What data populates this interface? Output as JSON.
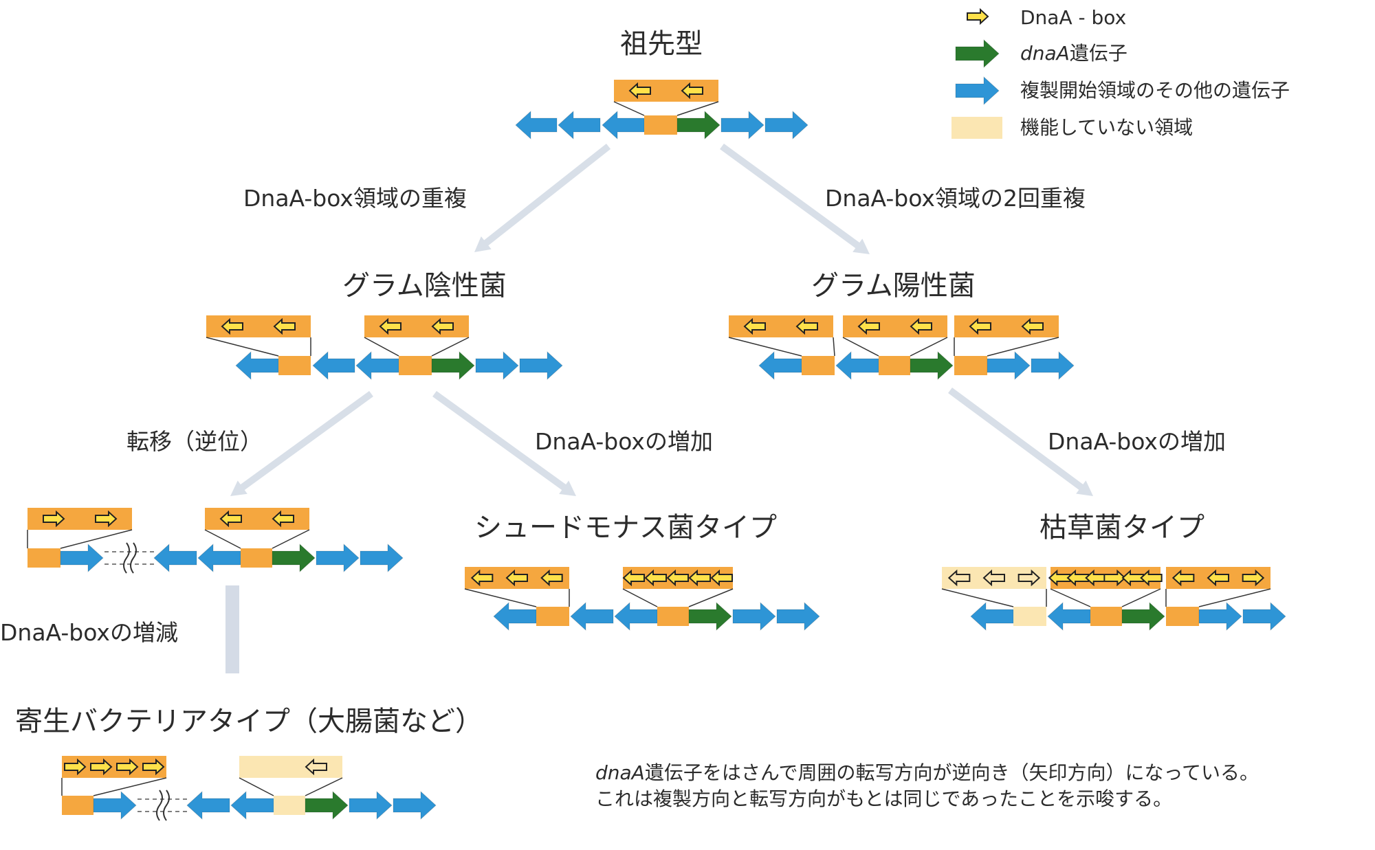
{
  "legend": {
    "dnaa_box": "DnaA - box",
    "dnaa_gene_italic": "dnaA",
    "dnaa_gene_suffix": "遺伝子",
    "other_genes": "複製開始領域のその他の遺伝子",
    "nonfunctional": "機能していない領域"
  },
  "titles": {
    "ancestral": "祖先型",
    "gram_negative": "グラム陰性菌",
    "gram_positive": "グラム陽性菌",
    "parasitic": "寄生バクテリアタイプ（大腸菌など）",
    "pseudomonas": "シュードモナス菌タイプ",
    "bacillus": "枯草菌タイプ"
  },
  "edges": {
    "duplication": "DnaA-box領域の重複",
    "duplication_twice": "DnaA-box領域の2回重複",
    "transposition": "転移（逆位）",
    "increase_left": "DnaA-boxの増加",
    "increase_right": "DnaA-boxの増加",
    "increase_decrease": "DnaA-boxの増減"
  },
  "note": {
    "line1_italic": "dnaA",
    "line1_rest": "遺伝子をはさんで周囲の転写方向が逆向き（矢印方向）になっている。",
    "line2": "これは複製方向と転写方向がもとは同じであったことを示唆する。"
  },
  "colors": {
    "orange": "#f5a73f",
    "blue": "#2e95d6",
    "green": "#2a7a2d",
    "yellow": "#ffe14a",
    "pale": "#fbe6b2",
    "flow_arrow": "#d4dbe6"
  },
  "icons": {
    "dnaa_box": "yellow-outlined-arrow-icon",
    "dnaa_gene": "green-arrow-icon",
    "other_gene": "blue-arrow-icon",
    "nonfunctional": "pale-box-icon"
  }
}
